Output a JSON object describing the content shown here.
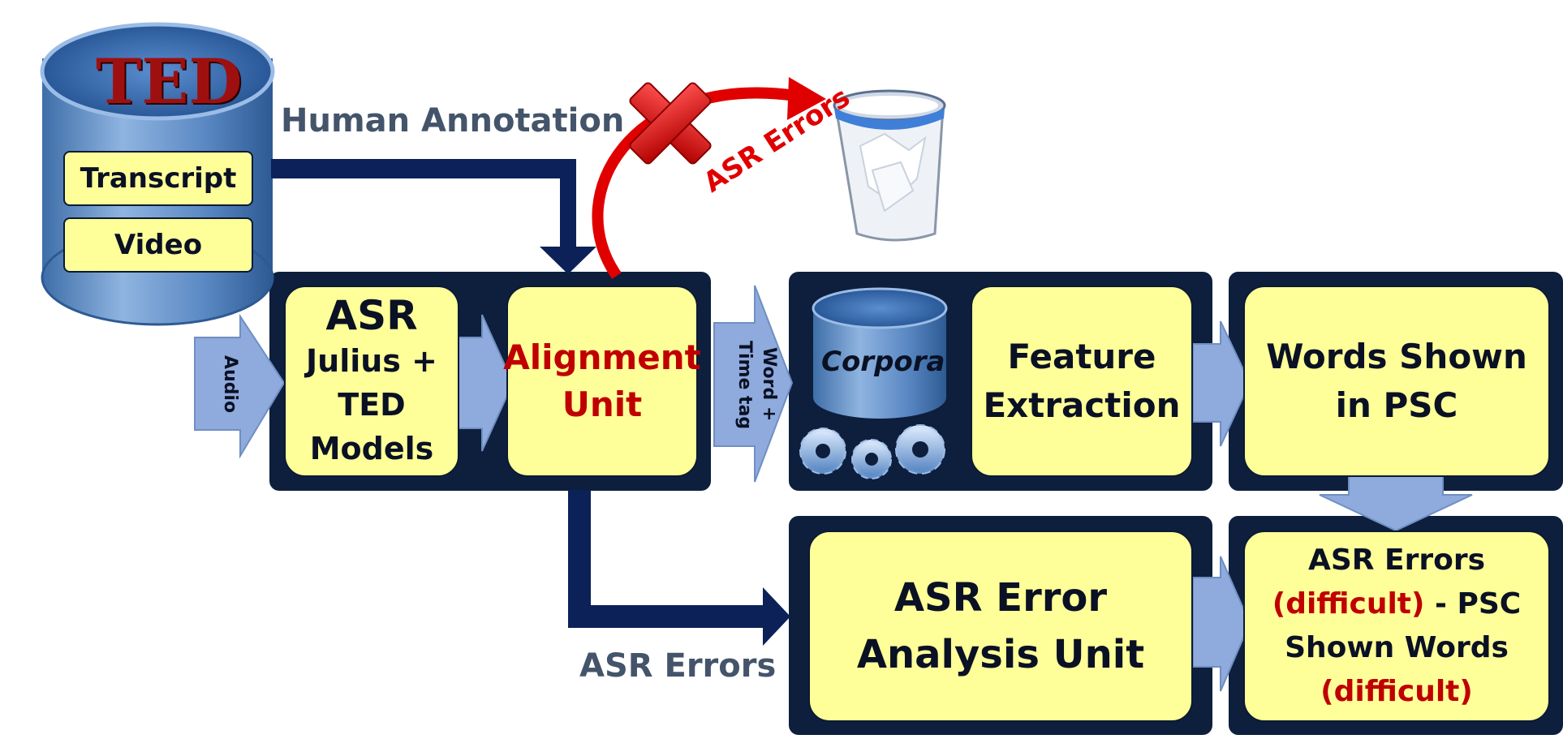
{
  "colors": {
    "panel": "#0d1f3d",
    "box_fill": "#ffff99",
    "dark_arrow": "#0b2158",
    "light_arrow": "#8faadc",
    "highlight_red": "#c00000",
    "label_gray": "#44546a",
    "cylinder_blue": "#5b89c4"
  },
  "database": {
    "title": "TED",
    "items": [
      "Transcript",
      "Video"
    ]
  },
  "labels": {
    "human_annotation": "Human Annotation",
    "asr_errors_curve": "ASR Errors",
    "asr_errors_bottom": "ASR Errors",
    "audio": "Audio",
    "word_time_tag_1": "Word +",
    "word_time_tag_2": "Time tag"
  },
  "asr_box": {
    "title": "ASR",
    "lines": [
      "Julius +",
      "TED",
      "Models"
    ]
  },
  "alignment": {
    "line1": "Alignment",
    "line2": "Unit"
  },
  "corpora": {
    "label": "Corpora"
  },
  "feature_extraction": {
    "line1": "Feature",
    "line2": "Extraction"
  },
  "words_shown": {
    "line1": "Words Shown",
    "line2": "in PSC"
  },
  "analysis": {
    "line1": "ASR Error",
    "line2": "Analysis Unit"
  },
  "result": {
    "line1": "ASR Errors",
    "line2a": "(difficult)",
    "line2b": " - PSC",
    "line3": "Shown Words",
    "line4": "(difficult)"
  },
  "icons": {
    "reject": "red-x-icon",
    "trash": "trash-bin-icon",
    "gears": "gears-icon",
    "database": "database-cylinder-icon"
  }
}
